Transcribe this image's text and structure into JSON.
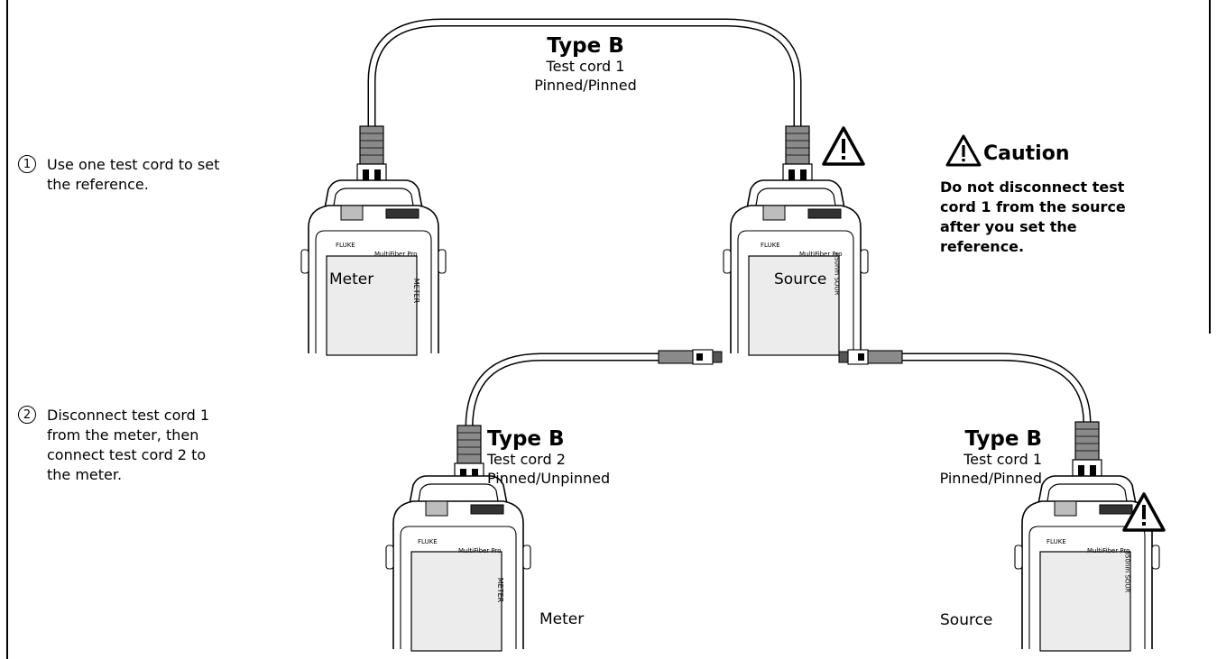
{
  "steps": [
    {
      "number": "1",
      "lines": [
        "Use one test cord to set",
        "the reference."
      ]
    },
    {
      "number": "2",
      "lines": [
        "Disconnect test cord 1",
        "from the meter, then",
        "connect test cord 2 to",
        "the meter."
      ]
    }
  ],
  "top_cord": {
    "type": "Type B",
    "name": "Test cord 1",
    "pins": "Pinned/Pinned"
  },
  "bottom_left_cord": {
    "type": "Type B",
    "name": "Test cord 2",
    "pins": "Pinned/Unpinned"
  },
  "bottom_right_cord": {
    "type": "Type B",
    "name": "Test cord 1",
    "pins": "Pinned/Pinned"
  },
  "devices": {
    "meter_label": "Meter",
    "source_label": "Source",
    "brand": "FLUKE",
    "model": "MultiFiber Pro",
    "meter_side": "METER",
    "source_side": "850nm SOUR"
  },
  "caution": {
    "title": "Caution",
    "lines": [
      "Do not disconnect test",
      "cord 1 from the source",
      "after you set the",
      "reference."
    ]
  },
  "icons": {
    "warning": "warning-triangle-icon"
  }
}
